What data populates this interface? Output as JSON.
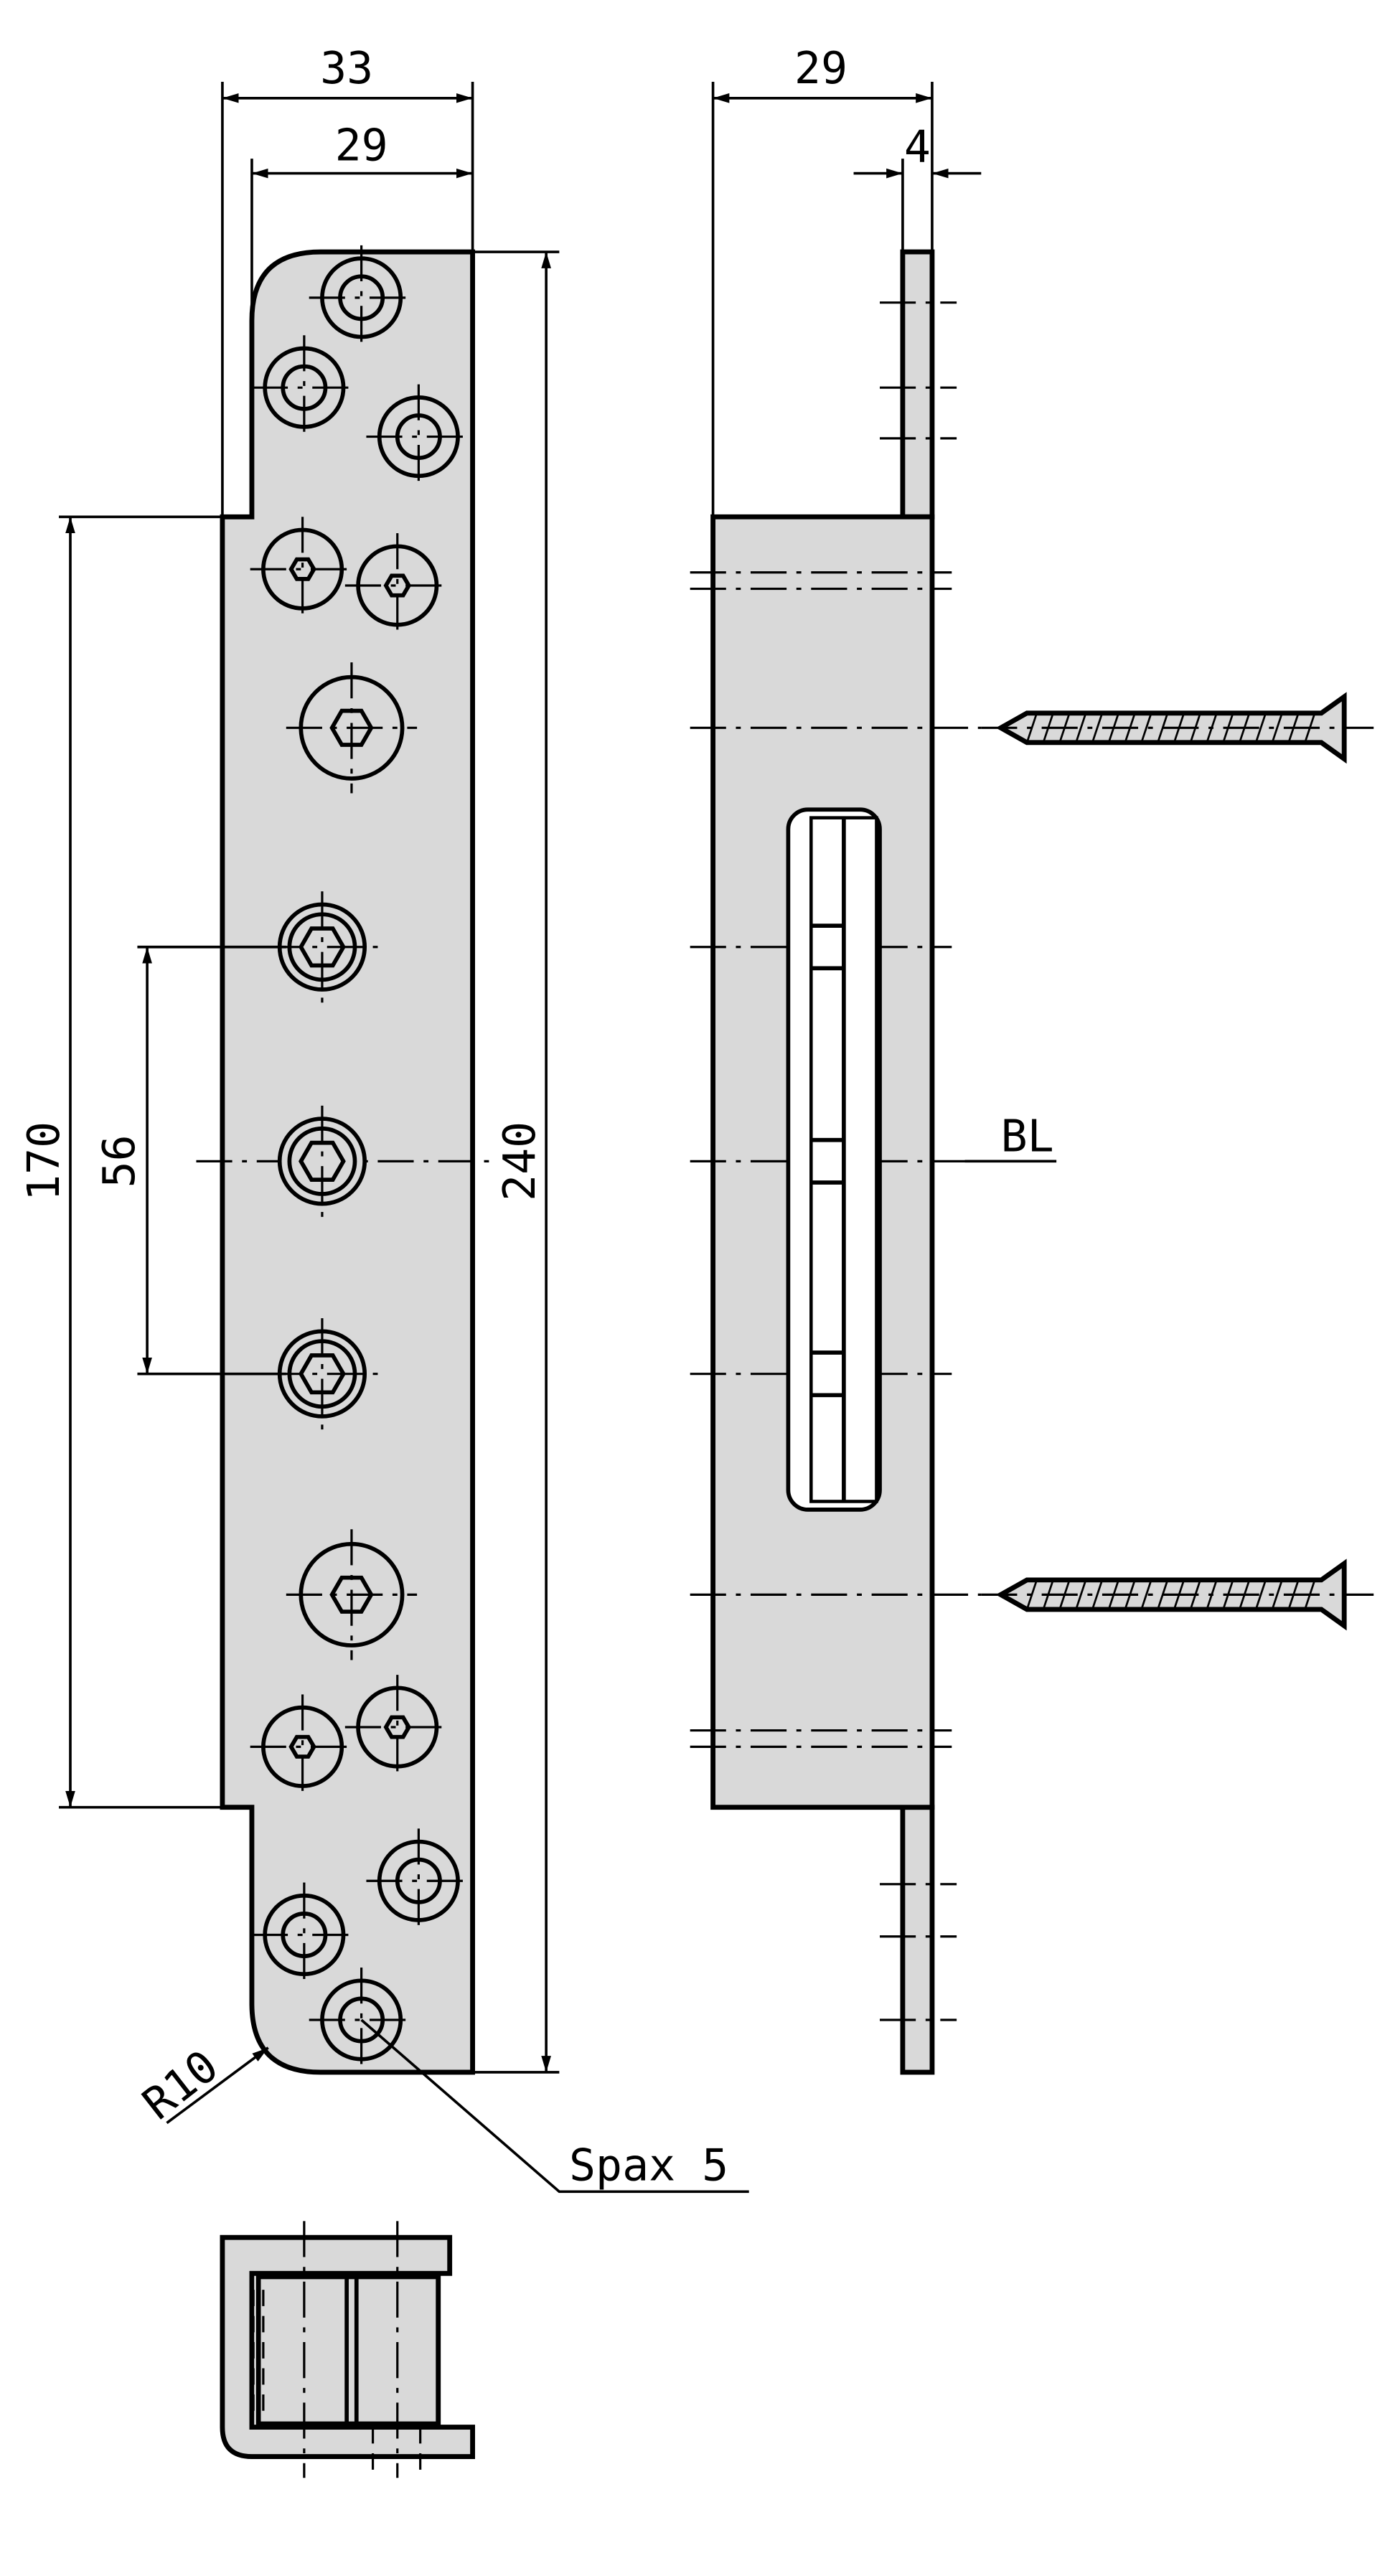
{
  "drawing": {
    "dimensions": {
      "front_width": "33",
      "front_inner_width": "29",
      "side_width": "29",
      "side_thickness": "4",
      "total_length": "240",
      "flange_length": "170",
      "center_spacing": "56",
      "corner_radius": "R10"
    },
    "labels": {
      "centerline": "BL",
      "screw": "Spax 5"
    },
    "colors": {
      "part_fill": "#d9d9d9",
      "line": "#000000",
      "background": "#ffffff"
    }
  }
}
